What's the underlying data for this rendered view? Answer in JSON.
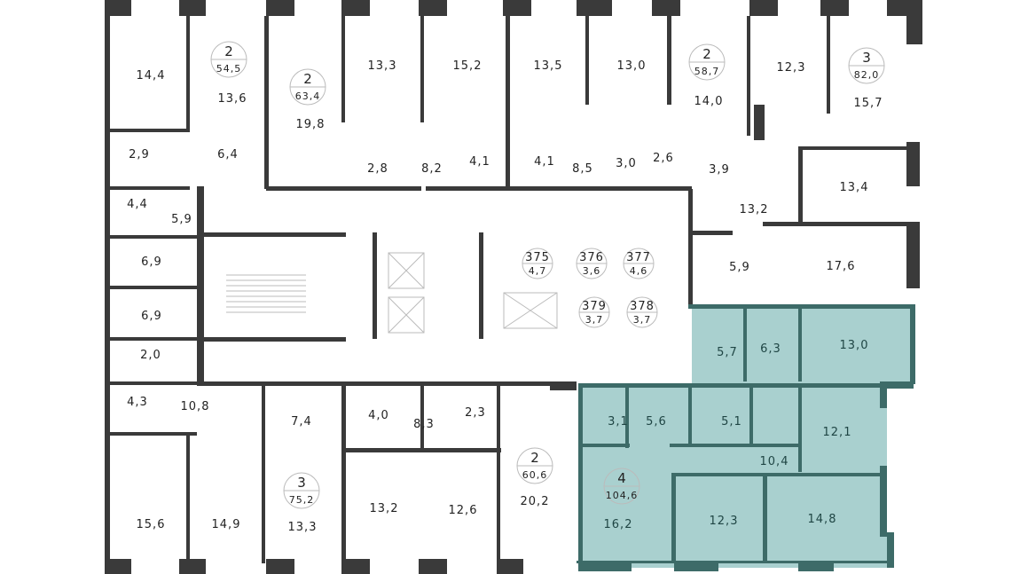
{
  "plan": {
    "highlight_color": "#a9d0cf",
    "wall_color": "#3a3a3a",
    "highlight_wall_color": "#3d6b68",
    "rooms": [
      "14,4",
      "13,6",
      "19,8",
      "13,3",
      "15,2",
      "13,5",
      "13,0",
      "14,0",
      "12,3",
      "15,7",
      "2,9",
      "6,4",
      "2,8",
      "8,2",
      "4,1",
      "4,1",
      "8,5",
      "3,0",
      "2,6",
      "3,9",
      "4,4",
      "5,9",
      "13,2",
      "13,4",
      "6,9",
      "5,9",
      "17,6",
      "6,9",
      "5,7",
      "6,3",
      "13,0",
      "2,0",
      "4,3",
      "10,8",
      "7,4",
      "4,0",
      "8,3",
      "2,3",
      "3,1",
      "5,6",
      "5,1",
      "12,1",
      "10,4",
      "15,6",
      "14,9",
      "13,3",
      "13,2",
      "12,6",
      "20,2",
      "16,2",
      "12,3",
      "14,8"
    ],
    "apartments": [
      {
        "rooms": "2",
        "area": "54,5"
      },
      {
        "rooms": "2",
        "area": "63,4"
      },
      {
        "rooms": "2",
        "area": "58,7"
      },
      {
        "rooms": "3",
        "area": "82,0"
      },
      {
        "rooms": "3",
        "area": "75,2"
      },
      {
        "rooms": "2",
        "area": "60,6"
      },
      {
        "rooms": "4",
        "area": "104,6"
      }
    ],
    "storage": [
      {
        "number": "375",
        "area": "4,7"
      },
      {
        "number": "376",
        "area": "3,6"
      },
      {
        "number": "377",
        "area": "4,6"
      },
      {
        "number": "379",
        "area": "3,7"
      },
      {
        "number": "378",
        "area": "3,7"
      }
    ]
  }
}
